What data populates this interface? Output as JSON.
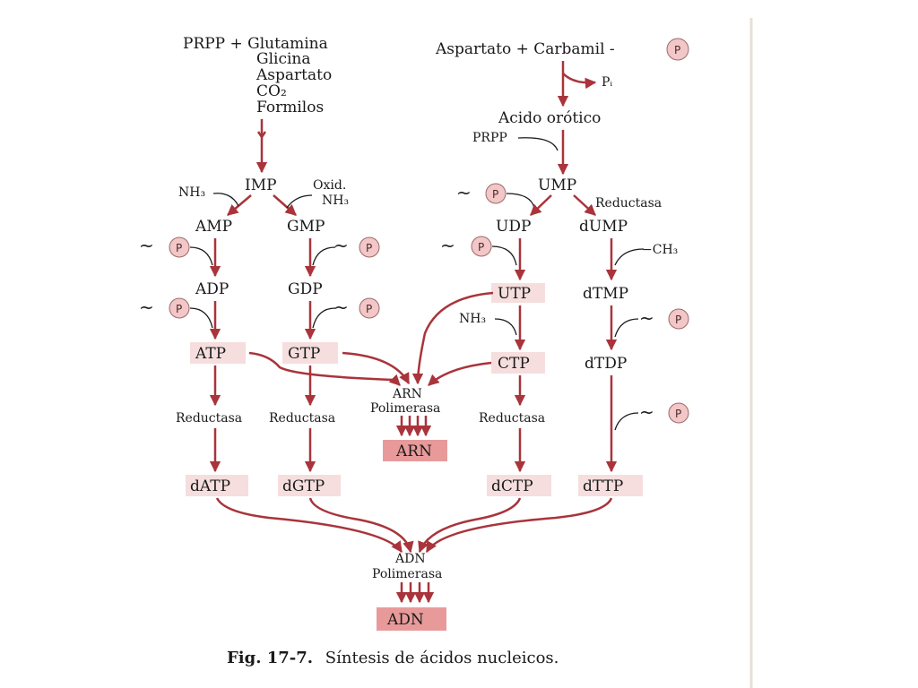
{
  "colors": {
    "flow": "#a9343b",
    "phosphate_fill": "#f3c7c7",
    "highlight": "#f6dede",
    "product_box": "#e89a9a"
  },
  "purine": {
    "precursor_head": "PRPP + Glutamina",
    "precursor_rest": [
      "Glicina",
      "Aspartato",
      "CO₂",
      "Formilos"
    ],
    "imp": "IMP",
    "nh3_left": "NH₃",
    "oxid": "Oxid.",
    "nh3_right": "NH₃",
    "amp": "AMP",
    "gmp": "GMP",
    "adp": "ADP",
    "gdp": "GDP",
    "atp": "ATP",
    "gtp": "GTP",
    "reductasa_a": "Reductasa",
    "reductasa_g": "Reductasa",
    "datp": "dATP",
    "dgtp": "dGTP"
  },
  "pyrimidine": {
    "precursor": "Aspartato + Carbamil -",
    "pi": "Pᵢ",
    "orotic": "Acido orótico",
    "prpp": "PRPP",
    "ump": "UMP",
    "reductasa_top": "Reductasa",
    "udp": "UDP",
    "dump": "dUMP",
    "ch3": "−CH₃",
    "utp": "UTP",
    "dtmp": "dTMP",
    "nh3": "NH₃",
    "ctp": "CTP",
    "dtdp": "dTDP",
    "reductasa_c": "Reductasa",
    "dctp": "dCTP",
    "dttp": "dTTP"
  },
  "rna": {
    "enzyme_1": "ARN",
    "enzyme_2": "Polimerasa",
    "product": "ARN"
  },
  "dna": {
    "enzyme_1": "ADN",
    "enzyme_2": "Polimerasa",
    "product": "ADN"
  },
  "phosphate": {
    "symbol": "P",
    "tilde": "~"
  },
  "caption": {
    "fig": "Fig. 17-7.",
    "text": "Síntesis de ácidos nucleicos."
  }
}
